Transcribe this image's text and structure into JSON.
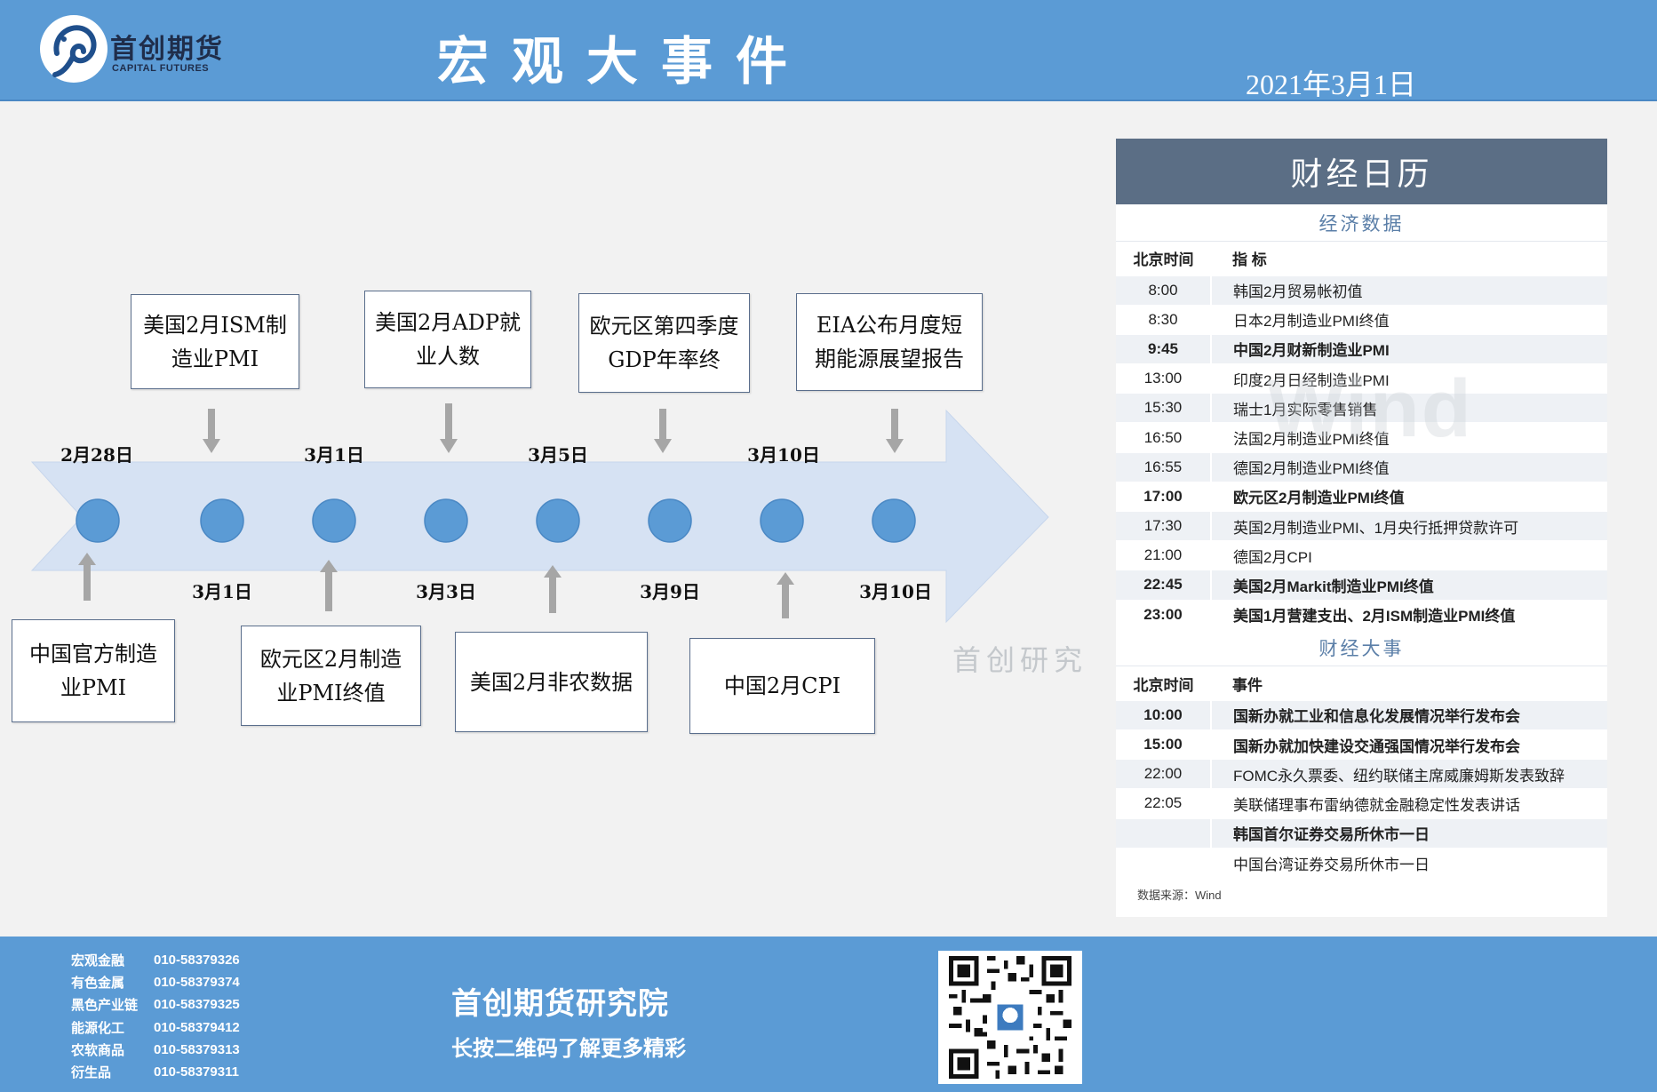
{
  "header": {
    "logo_cn": "首创期货",
    "logo_en": "CAPITAL FUTURES",
    "title": "宏观大事件",
    "date": "2021年3月1日"
  },
  "timeline": {
    "top_dates": [
      "2月28日",
      "3月1日",
      "3月5日",
      "3月10日"
    ],
    "bottom_dates": [
      "3月1日",
      "3月3日",
      "3月9日",
      "3月10日"
    ],
    "top_events": [
      "美国2月ISM制造业PMI",
      "美国2月ADP就业人数",
      "欧元区第四季度GDP年率终",
      "EIA公布月度短期能源展望报告"
    ],
    "bottom_events": [
      "中国官方制造业PMI",
      "欧元区2月制造业PMI终值",
      "美国2月非农数据",
      "中国2月CPI"
    ],
    "watermark": "首创研究"
  },
  "calendar": {
    "title": "财经日历",
    "econ_section": "经济数据",
    "econ_headers": [
      "北京时间",
      "指  标"
    ],
    "econ_rows": [
      {
        "time": "8:00",
        "item": "韩国2月贸易帐初值"
      },
      {
        "time": "8:30",
        "item": "日本2月制造业PMI终值"
      },
      {
        "time": "9:45",
        "item": "中国2月财新制造业PMI"
      },
      {
        "time": "13:00",
        "item": "印度2月日经制造业PMI"
      },
      {
        "time": "15:30",
        "item": "瑞士1月实际零售销售"
      },
      {
        "time": "16:50",
        "item": "法国2月制造业PMI终值"
      },
      {
        "time": "16:55",
        "item": "德国2月制造业PMI终值"
      },
      {
        "time": "17:00",
        "item": "欧元区2月制造业PMI终值"
      },
      {
        "time": "17:30",
        "item": "英国2月制造业PMI、1月央行抵押贷款许可"
      },
      {
        "time": "21:00",
        "item": "德国2月CPI"
      },
      {
        "time": "22:45",
        "item": "美国2月Markit制造业PMI终值"
      },
      {
        "time": "23:00",
        "item": "美国1月营建支出、2月ISM制造业PMI终值"
      }
    ],
    "events_section": "财经大事",
    "events_headers": [
      "北京时间",
      "事件"
    ],
    "event_rows": [
      {
        "time": "10:00",
        "item": "国新办就工业和信息化发展情况举行发布会"
      },
      {
        "time": "15:00",
        "item": "国新办就加快建设交通强国情况举行发布会"
      },
      {
        "time": "22:00",
        "item": "FOMC永久票委、纽约联储主席威廉姆斯发表致辞"
      },
      {
        "time": "22:05",
        "item": "美联储理事布雷纳德就金融稳定性发表讲话"
      },
      {
        "time": "",
        "item": "韩国首尔证券交易所休市一日"
      },
      {
        "time": "",
        "item": "中国台湾证券交易所休市一日"
      }
    ],
    "source": "数据来源：Wind",
    "watermark": "Wind"
  },
  "footer": {
    "contacts": [
      {
        "dept": "宏观金融",
        "phone": "010-58379326"
      },
      {
        "dept": "有色金属",
        "phone": "010-58379374"
      },
      {
        "dept": "黑色产业链",
        "phone": "010-58379325"
      },
      {
        "dept": "能源化工",
        "phone": "010-58379412"
      },
      {
        "dept": "农软商品",
        "phone": "010-58379313"
      },
      {
        "dept": "衍生品",
        "phone": "010-58379311"
      }
    ],
    "org_name": "首创期货研究院",
    "slogan": "长按二维码了解更多精彩"
  },
  "colors": {
    "header_blue": "#5b9bd5",
    "panel_title": "#5b6e85",
    "node_blue": "#5b9bd5",
    "arrow_fill": "#d6e2f3"
  },
  "icons": [
    "capital-futures-logo-icon",
    "qr-code-icon",
    "down-arrow-icon",
    "up-arrow-icon"
  ]
}
